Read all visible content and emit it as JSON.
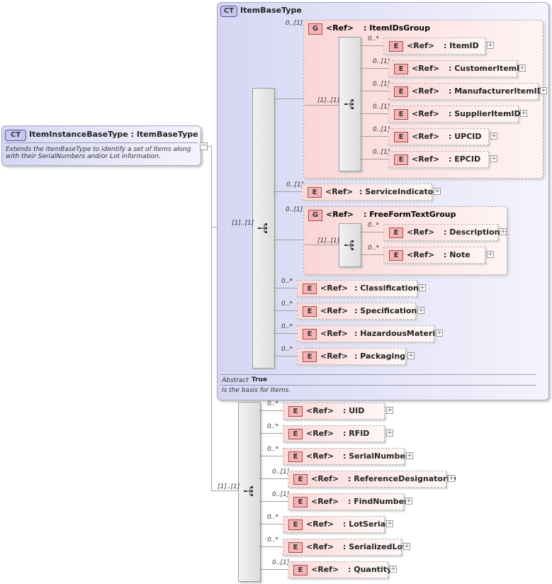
{
  "root": {
    "badge": "CT",
    "title": "ItemInstanceBaseType : ItemBaseType",
    "doc": "Extends the ItemBaseType to identify a set of Items along with their SerialNumbers and/or Lot information.",
    "collapse": "−"
  },
  "base": {
    "badge": "CT",
    "title": "ItemBaseType",
    "abstract_label": "Abstract",
    "abstract_value": "True",
    "doc": "Is the basis for Items."
  },
  "seq_card": "[1]..[1]",
  "groups": {
    "ids": {
      "badge": "G",
      "ref": "<Ref>",
      "name": ": ItemIDsGroup",
      "card": "0..[1]",
      "inner_card": "[1]..[1]"
    },
    "freeform": {
      "badge": "G",
      "ref": "<Ref>",
      "name": ": FreeFormTextGroup",
      "card": "0..[1]",
      "inner_card": "[1]..[1]"
    }
  },
  "ids_elements": [
    {
      "card": "0..*",
      "badge": "E",
      "ref": "<Ref>",
      "name": ": ItemID"
    },
    {
      "card": "0..[1]",
      "badge": "E",
      "ref": "<Ref>",
      "name": ": CustomerItemID"
    },
    {
      "card": "0..[1]",
      "badge": "E",
      "ref": "<Ref>",
      "name": ": ManufacturerItemID"
    },
    {
      "card": "0..[1]",
      "badge": "E",
      "ref": "<Ref>",
      "name": ": SupplierItemID"
    },
    {
      "card": "0..[1]",
      "badge": "E",
      "ref": "<Ref>",
      "name": ": UPCID"
    },
    {
      "card": "0..[1]",
      "badge": "E",
      "ref": "<Ref>",
      "name": ": EPCID"
    }
  ],
  "service": {
    "card": "0..[1]",
    "badge": "E",
    "ref": "<Ref>",
    "name": ": ServiceIndicator"
  },
  "freeform_elements": [
    {
      "card": "0..*",
      "badge": "E",
      "ref": "<Ref>",
      "name": ": Description"
    },
    {
      "card": "0..*",
      "badge": "E",
      "ref": "<Ref>",
      "name": ": Note"
    }
  ],
  "base_elements": [
    {
      "card": "0..*",
      "badge": "E",
      "ref": "<Ref>",
      "name": ": Classification"
    },
    {
      "card": "0..*",
      "badge": "E",
      "ref": "<Ref>",
      "name": ": Specification"
    },
    {
      "card": "0..*",
      "badge": "E",
      "ref": "<Ref>",
      "name": ": HazardousMaterial"
    },
    {
      "card": "0..*",
      "badge": "E",
      "ref": "<Ref>",
      "name": ": Packaging"
    }
  ],
  "instance_elements": [
    {
      "card": "0..*",
      "badge": "E",
      "ref": "<Ref>",
      "name": ": UID"
    },
    {
      "card": "0..*",
      "badge": "E",
      "ref": "<Ref>",
      "name": ": RFID"
    },
    {
      "card": "0..*",
      "badge": "E",
      "ref": "<Ref>",
      "name": ": SerialNumber"
    },
    {
      "card": "0..[1]",
      "badge": "E",
      "ref": "<Ref>",
      "name": ": ReferenceDesignatorID"
    },
    {
      "card": "0..[1]",
      "badge": "E",
      "ref": "<Ref>",
      "name": ": FindNumber"
    },
    {
      "card": "0..*",
      "badge": "E",
      "ref": "<Ref>",
      "name": ": LotSerial"
    },
    {
      "card": "0..*",
      "badge": "E",
      "ref": "<Ref>",
      "name": ": SerializedLot"
    },
    {
      "card": "0..[1]",
      "badge": "E",
      "ref": "<Ref>",
      "name": ": Quantity"
    }
  ],
  "plus_symbol": "+"
}
